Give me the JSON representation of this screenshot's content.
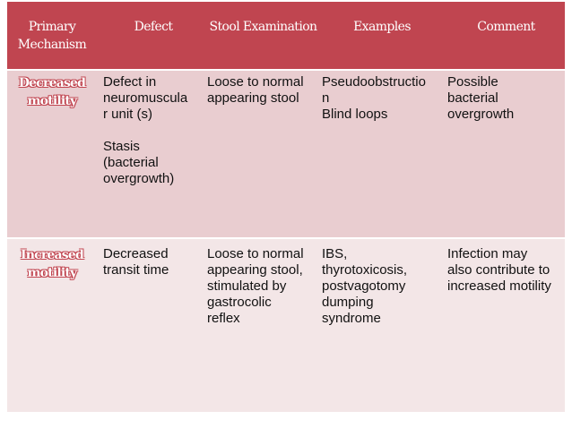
{
  "header": {
    "mechanism": "Primary Mechanism",
    "defect": "Defect",
    "stool": "Stool Examination",
    "examples": "Examples",
    "comment": "Comment"
  },
  "rows": [
    {
      "mechanism": "Decreased motility",
      "defect": "Defect in neuromuscula\nr unit (s)\n\nStasis\n(bacterial\novergrowth)",
      "stool": "Loose to normal\nappearing stool",
      "examples": "Pseudoobstructio\nn\nBlind loops",
      "comment": "Possible\nbacterial\novergrowth"
    },
    {
      "mechanism": "Increased motility",
      "defect": "Decreased\ntransit time",
      "stool": "Loose to normal\nappearing stool,\nstimulated by\ngastrocolic\nreflex",
      "examples": "IBS,\nthyrotoxicosis,\npostvagotomy\ndumping\nsyndrome",
      "comment": "Infection may\nalso contribute to\nincreased motility"
    }
  ],
  "colors": {
    "header_bg": "#c04550",
    "row1_bg": "#e9cdd0",
    "row2_bg": "#f3e6e7"
  }
}
